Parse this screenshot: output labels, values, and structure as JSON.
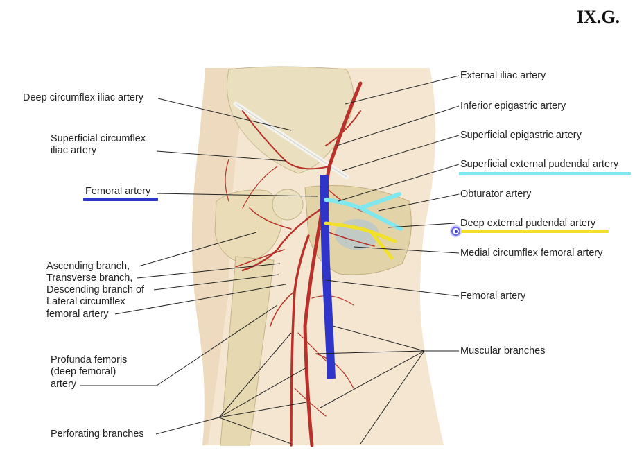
{
  "slide_label": "IX.G.",
  "labels": {
    "deep_circumflex_iliac": "Deep circumflex iliac artery",
    "superficial_circumflex_iliac": "Superficial circumflex iliac artery",
    "femoral_artery_left": "Femoral artery",
    "ascending_branch": "Ascending branch,",
    "transverse_branch": "Transverse branch,",
    "descending_branch": "Descending branch of",
    "lateral_circumflex": "Lateral circumflex",
    "lateral_circumflex_femoral": "femoral artery",
    "profunda_femoris": "Profunda femoris",
    "profunda_deep": "(deep femoral)",
    "profunda_artery": "artery",
    "perforating_branches": "Perforating branches",
    "external_iliac": "External iliac artery",
    "inferior_epigastric": "Inferior epigastric artery",
    "superficial_epigastric": "Superficial epigastric artery",
    "superficial_external_pudendal": "Superficial external pudendal artery",
    "obturator": "Obturator artery",
    "deep_external_pudendal": "Deep external pudendal artery",
    "medial_circumflex_femoral": "Medial circumflex femoral artery",
    "femoral_artery_right": "Femoral artery",
    "muscular_branches": "Muscular branches"
  },
  "colors": {
    "femoral_highlight": "#2f35c8",
    "superficial_pudendal_highlight": "#7fe8ef",
    "deep_pudendal_highlight": "#f2e12a",
    "artery": "#b8312a",
    "bone": "#e8dcb8",
    "skin": "#f2e3cc"
  },
  "pointer": "cursor-dot"
}
